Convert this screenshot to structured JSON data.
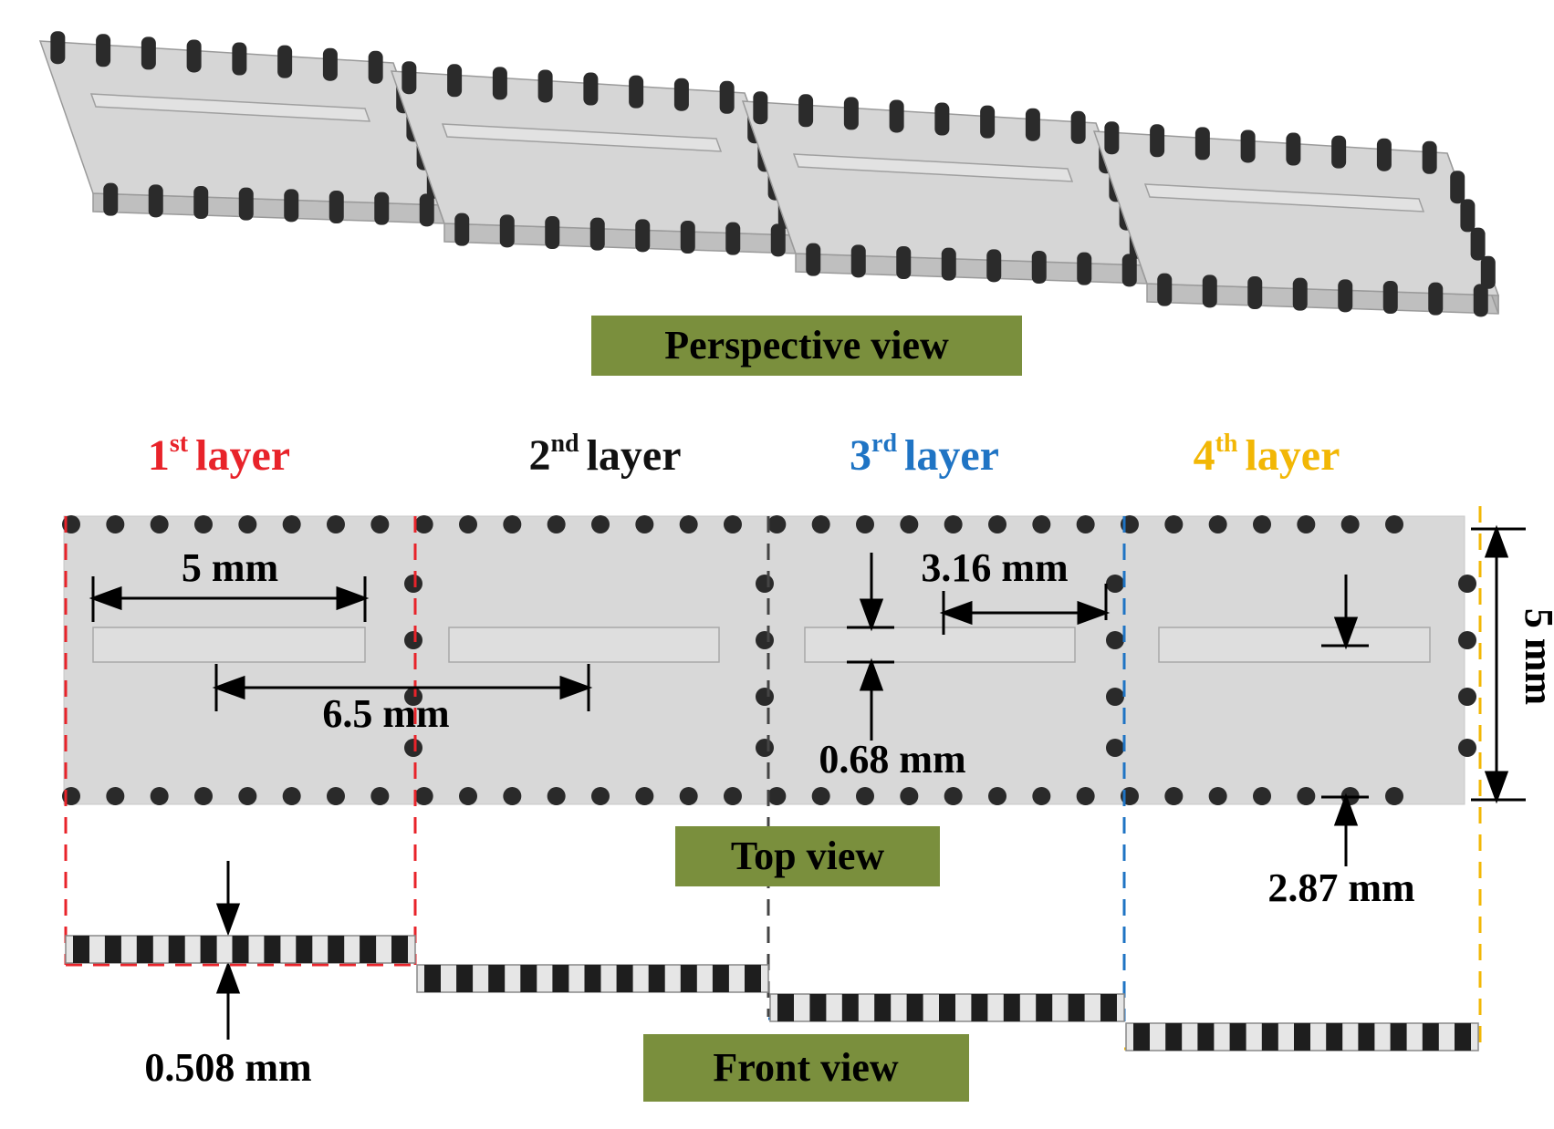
{
  "view_labels": {
    "perspective": "Perspective view",
    "top": "Top view",
    "front": "Front view"
  },
  "layers": [
    {
      "num": "1",
      "sup": "st",
      "word": "layer",
      "color": "#e8232a"
    },
    {
      "num": "2",
      "sup": "nd",
      "word": "layer",
      "color": "#111111"
    },
    {
      "num": "3",
      "sup": "rd",
      "word": "layer",
      "color": "#1f74c4"
    },
    {
      "num": "4",
      "sup": "th",
      "word": "layer",
      "color": "#f2b705"
    }
  ],
  "dimensions": {
    "slot_length": "5 mm",
    "layer_pitch": "6.5 mm",
    "slot_offset": "3.16 mm",
    "slot_width": "0.68 mm",
    "board_width": "5 mm",
    "slot_position": "2.87 mm",
    "substrate_thickness": "0.508 mm"
  },
  "colors": {
    "label_box": "#7a8f3d",
    "board_fill": "#d8d8d8",
    "via": "#2a2a2a"
  }
}
